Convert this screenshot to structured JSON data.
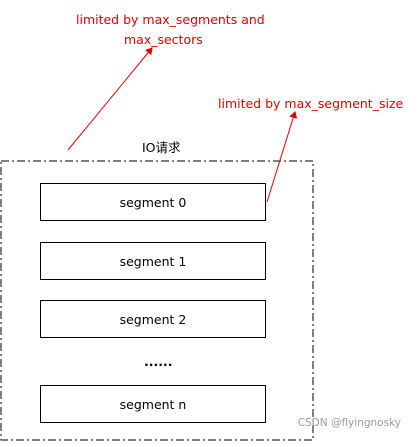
{
  "annotations": {
    "top_line1": "limited by max_segments and",
    "top_line2": "max_sectors",
    "right": "limited by max_segment_size"
  },
  "group": {
    "label": "IO请求"
  },
  "segments": [
    {
      "label": "segment 0"
    },
    {
      "label": "segment 1"
    },
    {
      "label": "segment 2"
    },
    {
      "label": "segment n"
    }
  ],
  "ellipsis": "......",
  "watermark": "CSDN @flyingnosky",
  "colors": {
    "annotation": "#e00000",
    "border": "#000000",
    "watermark": "#9a9a9a"
  }
}
